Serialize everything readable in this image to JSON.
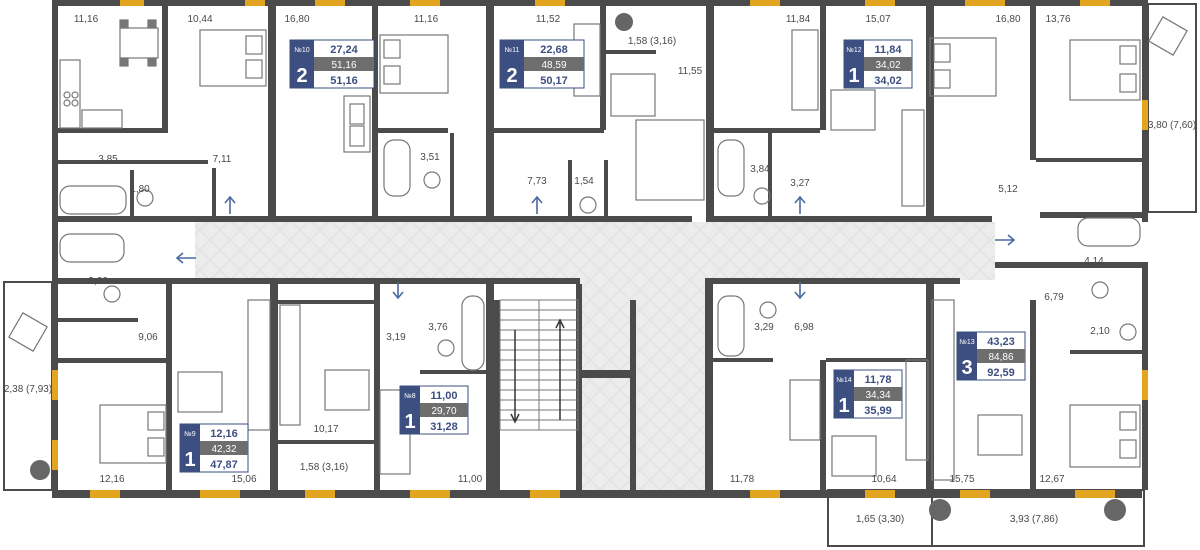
{
  "colors": {
    "wall": "#4b4b4b",
    "window": "#e3a51f",
    "corridor": "#ebebeb",
    "badge_navy": "#3d4f80",
    "badge_gray": "#6e6e6e",
    "arrow": "#4a6aa0",
    "furniture": "#777777"
  },
  "apartments": [
    {
      "num": "№10",
      "rooms": "2",
      "living": "27,24",
      "total": "51,16",
      "total_adj": "51,16"
    },
    {
      "num": "№11",
      "rooms": "2",
      "living": "22,68",
      "total": "48,59",
      "total_adj": "50,17"
    },
    {
      "num": "№12",
      "rooms": "1",
      "living": "11,84",
      "total": "34,02",
      "total_adj": "34,02"
    },
    {
      "num": "№9",
      "rooms": "1",
      "living": "12,16",
      "total": "42,32",
      "total_adj": "47,87"
    },
    {
      "num": "№8",
      "rooms": "1",
      "living": "11,00",
      "total": "29,70",
      "total_adj": "31,28"
    },
    {
      "num": "№14",
      "rooms": "1",
      "living": "11,78",
      "total": "34,34",
      "total_adj": "35,99"
    },
    {
      "num": "№13",
      "rooms": "3",
      "living": "43,23",
      "total": "84,86",
      "total_adj": "92,59"
    }
  ],
  "room_areas": {
    "r1": "11,16",
    "r2": "10,44",
    "r3": "16,80",
    "r4": "11,16",
    "r5": "11,52",
    "r6": "1,58 (3,16)",
    "r7": "11,55",
    "r8": "11,84",
    "r9": "15,07",
    "r10": "16,80",
    "r11": "13,76",
    "r12": "3,80 (7,60)",
    "r13": "3,85",
    "r14": "7,11",
    "r15": "1,80",
    "r16": "3,51",
    "r17": "7,73",
    "r18": "1,54",
    "r19": "3,84",
    "r20": "3,27",
    "r21": "5,12",
    "r22": "3,66",
    "r23": "9,06",
    "r24": "3,19",
    "r25": "3,76",
    "r26": "3,29",
    "r27": "6,98",
    "r28": "4,14",
    "r29": "6,79",
    "r30": "2,10",
    "r31": "2,38 (7,93)",
    "r32": "10,17",
    "r33": "1,58 (3,16)",
    "r34": "12,16",
    "r35": "15,06",
    "r36": "11,00",
    "r37": "11,78",
    "r38": "10,64",
    "r39": "15,75",
    "r40": "12,67",
    "r41": "1,65 (3,30)",
    "r42": "3,93 (7,86)"
  }
}
